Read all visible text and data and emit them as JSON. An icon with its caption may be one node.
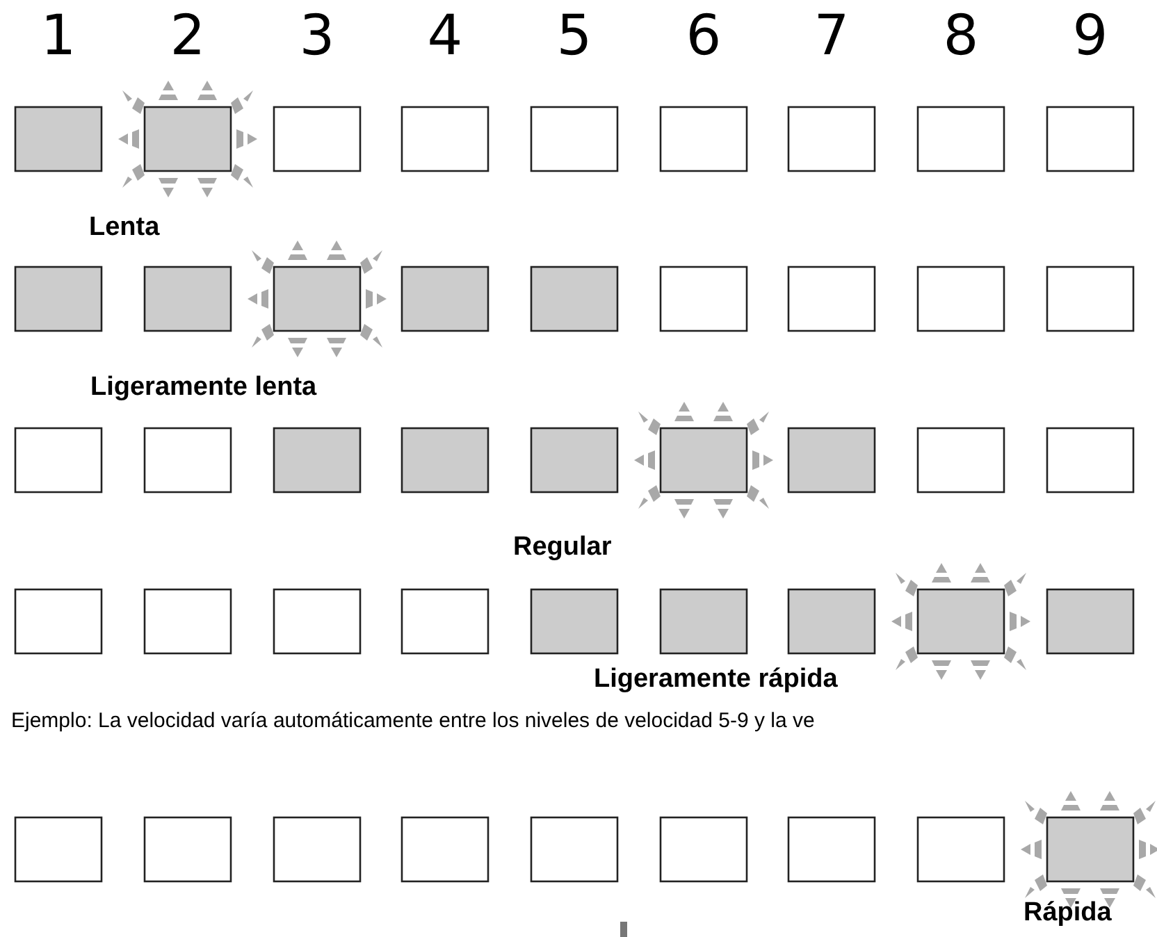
{
  "diagram": {
    "labels": [
      "1",
      "2",
      "3",
      "4",
      "5",
      "6",
      "7",
      "8",
      "9",
      "Lenta",
      "Ligeramente lenta",
      "Regular",
      "Ligeramente rápida",
      "Ejemplo: La velocidad varía automáticamente entre los niveles de velocidad 5-9 y la ve",
      "Rápida"
    ]
  }
}
